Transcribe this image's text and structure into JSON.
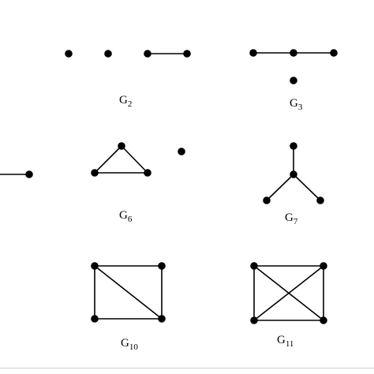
{
  "labels": {
    "g2": {
      "base": "G",
      "sub": "2"
    },
    "g3": {
      "base": "G",
      "sub": "3"
    },
    "g6": {
      "base": "G",
      "sub": "6"
    },
    "g7": {
      "base": "G",
      "sub": "7"
    },
    "g10": {
      "base": "G",
      "sub": "10"
    },
    "g11": {
      "base": "G",
      "sub": "11"
    }
  },
  "colors": {
    "stroke": "#000000",
    "background": "#ffffff"
  }
}
